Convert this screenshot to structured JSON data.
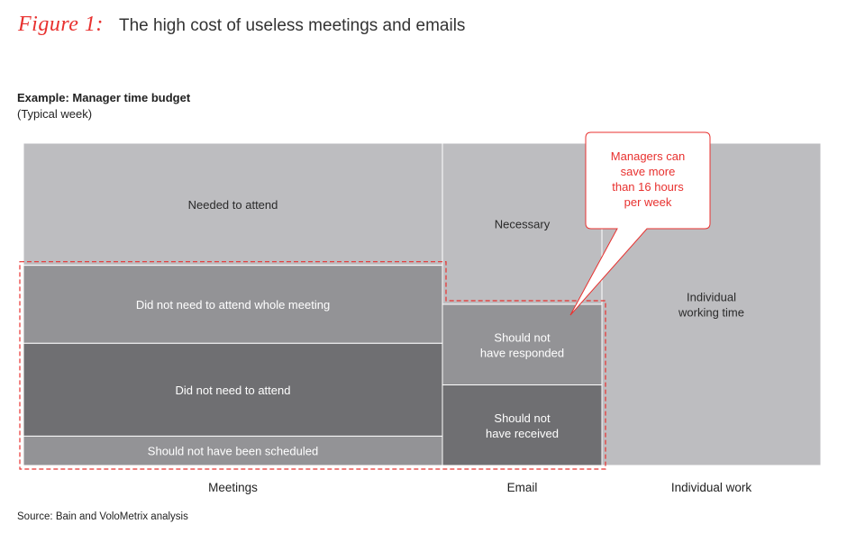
{
  "figure_label": "Figure 1:",
  "chart_data": {
    "type": "mekko",
    "title": "The high cost of useless meetings and emails",
    "subtitle": "Example: Manager time budget",
    "subtitle_note": "(Typical week)",
    "source": "Source: Bain and VoloMetrix analysis",
    "columns": [
      {
        "name": "Meetings",
        "segments": [
          {
            "label": "Needed to attend",
            "share": 0.379,
            "color": "#bdbdc0",
            "text_color": "#2a2a2a"
          },
          {
            "label": "Did not need to attend whole meeting",
            "share": 0.242,
            "color": "#939396",
            "text_color": "#ffffff",
            "wasted": true
          },
          {
            "label": "Did not need to attend",
            "share": 0.288,
            "color": "#6f6f72",
            "text_color": "#ffffff",
            "wasted": true
          },
          {
            "label": "Should not have been scheduled",
            "share": 0.091,
            "color": "#939396",
            "text_color": "#ffffff",
            "wasted": true
          }
        ]
      },
      {
        "name": "Email",
        "segments": [
          {
            "label": "Necessary",
            "share": 0.5,
            "color": "#bdbdc0",
            "text_color": "#2a2a2a"
          },
          {
            "label": "Should not have responded",
            "share": 0.25,
            "color": "#939396",
            "text_color": "#ffffff",
            "wasted": true
          },
          {
            "label": "Should not have received",
            "share": 0.25,
            "color": "#6f6f72",
            "text_color": "#ffffff",
            "wasted": true
          }
        ]
      },
      {
        "name": "Individual work",
        "segments": [
          {
            "label": "Individual working time",
            "share": 1.0,
            "color": "#bdbdc0",
            "text_color": "#2a2a2a"
          }
        ]
      }
    ],
    "callout": {
      "text": "Managers can save more than 16 hours per week",
      "color": "#e8312f"
    },
    "highlight_color": "#e8312f"
  }
}
